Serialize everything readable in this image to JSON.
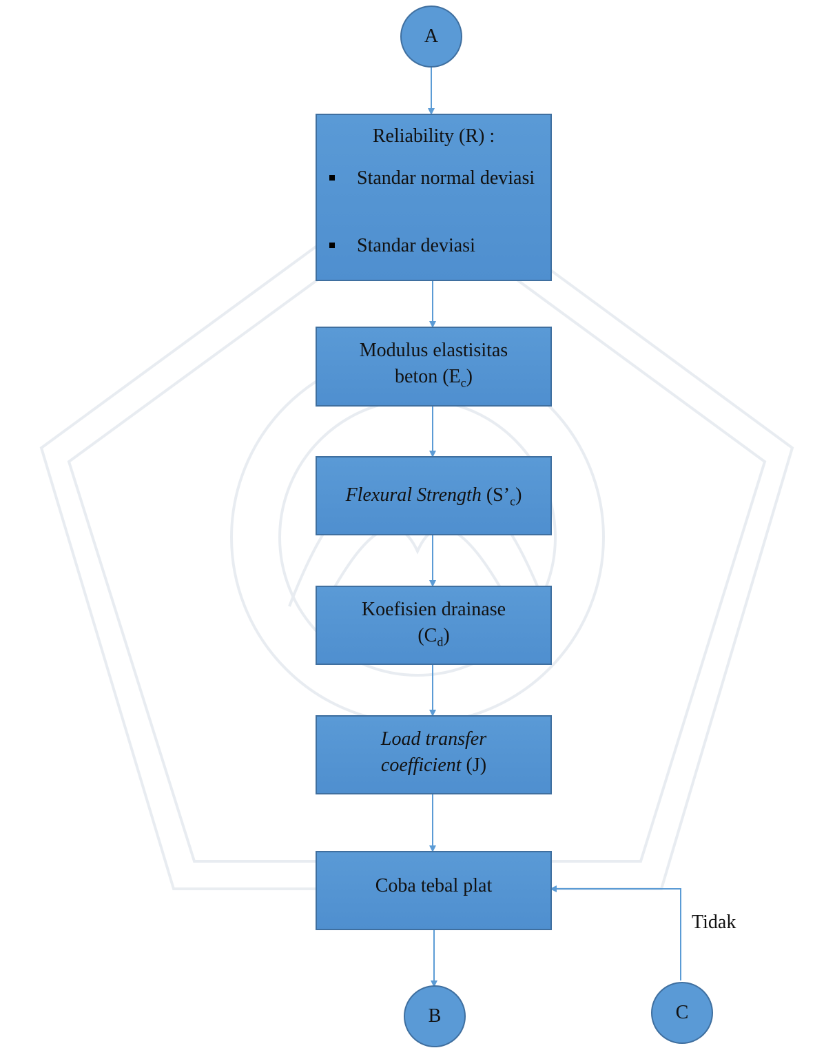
{
  "connectors": {
    "a": "A",
    "b": "B",
    "c": "C"
  },
  "boxes": {
    "reliability": {
      "title": "Reliability (R) :",
      "bullets": [
        "Standar normal deviasi",
        "Standar deviasi"
      ]
    },
    "modulus": {
      "line1": "Modulus elastisitas",
      "line2_pre": "beton (E",
      "line2_sub": "c",
      "line2_post": ")"
    },
    "flexural": {
      "italic": "Flexural Strength",
      "pre": " (S’",
      "sub": "c",
      "post": ")"
    },
    "drainase": {
      "line1": "Koefisien drainase",
      "line2_pre": "(C",
      "line2_sub": "d",
      "line2_post": ")"
    },
    "load_transfer": {
      "line1_italic": "Load transfer",
      "line2_italic": "coefficient",
      "line2_post": " (J)"
    },
    "coba": {
      "label": "Coba tebal plat"
    }
  },
  "edge_labels": {
    "tidak": "Tidak"
  },
  "colors": {
    "box_fill": "#5a9ad6",
    "box_border": "#3f6f9f",
    "arrow": "#5b9bd5",
    "watermark": "#c9d3df"
  }
}
